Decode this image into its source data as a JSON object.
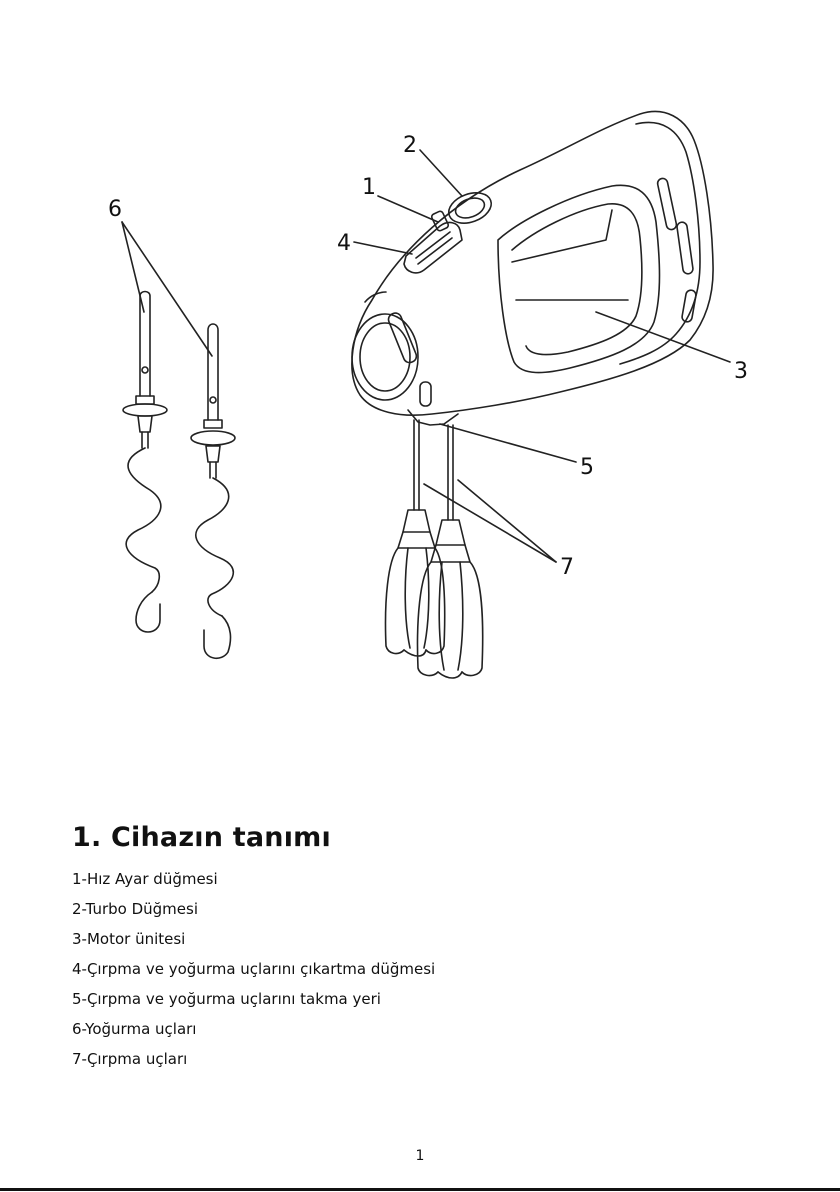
{
  "diagram": {
    "callouts": [
      "1",
      "2",
      "3",
      "4",
      "5",
      "6",
      "7"
    ]
  },
  "section": {
    "title": "1. Cihazın tanımı",
    "parts": [
      "1-Hız Ayar düğmesi",
      "2-Turbo Düğmesi",
      "3-Motor ünitesi",
      "4-Çırpma ve yoğurma uçlarını çıkartma düğmesi",
      "5-Çırpma ve yoğurma uçlarını takma yeri",
      "6-Yoğurma uçları",
      "7-Çırpma uçları"
    ]
  },
  "page_number": "1"
}
